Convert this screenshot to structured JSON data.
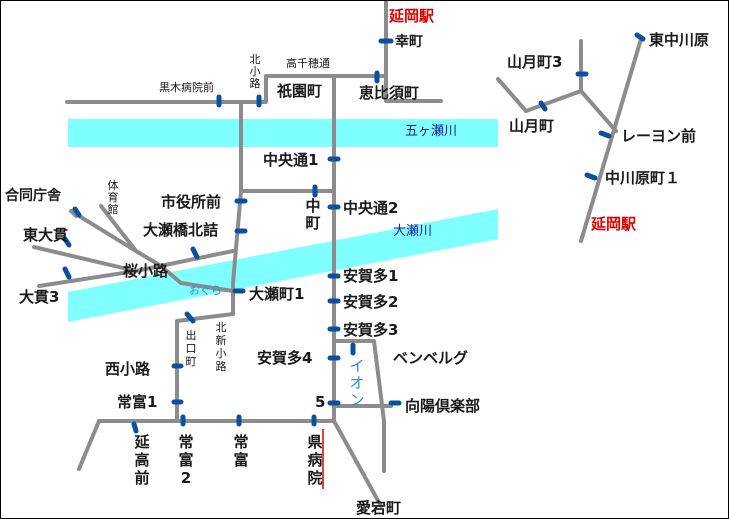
{
  "colors": {
    "road": "#8c8c8c",
    "river": "#7fffff",
    "stop_marker": "#0b4fa0",
    "station_label": "#e00000",
    "river_label": "#1c1c9c",
    "highlight_label": "#2a8ae0"
  },
  "stations": {
    "nobeoka_north": "延岡駅",
    "nobeoka_east": "延岡駅"
  },
  "rivers": {
    "gokase": "五ヶ瀬川",
    "ose": "大瀬川"
  },
  "stops": {
    "saiwaicho": "幸町",
    "takachiho_dori": "高千穂通",
    "kita_koji": "北小路",
    "kuroki_byoin_mae": "黒木病院前",
    "gion_cho": "祇園町",
    "ebisu_cho": "恵比須町",
    "chuo_dori1": "中央通1",
    "chuo_dori2": "中央通2",
    "naka_machi": "中町",
    "shiyakusho_mae": "市役所前",
    "ose_bashi_kitazume": "大瀬橋北詰",
    "godo_chosha": "合同庁舎",
    "taiikukan": "体育館",
    "higashi_onuki": "東大貫",
    "sakura_koji": "桜小路",
    "onuki3": "大貫3",
    "ogura": "おぐら",
    "ose_machi1": "大瀬町1",
    "agata1": "安賀多1",
    "agata2": "安賀多2",
    "agata3": "安賀多3",
    "agata4": "安賀多4",
    "agata5": "5",
    "aeon": "イオン",
    "benbelg": "ベンベルグ",
    "koyo_club": "向陽倶楽部",
    "nishi_koji": "西小路",
    "demachi": "出口町",
    "kita_shin_koji": "北新小路",
    "tsunetomi1": "常富1",
    "nobeoka_koko_mae": "延高前",
    "tsunetomi2": "常富2",
    "tsunetomi": "常富",
    "ken_byoin": "県病院",
    "atago_cho": "愛宕町",
    "yamazuki3": "山月町3",
    "yamazuki": "山月町",
    "higashi_nakagawara": "東中川原",
    "rayon_mae": "レーヨン前",
    "nakagawara1": "中川原町１"
  }
}
